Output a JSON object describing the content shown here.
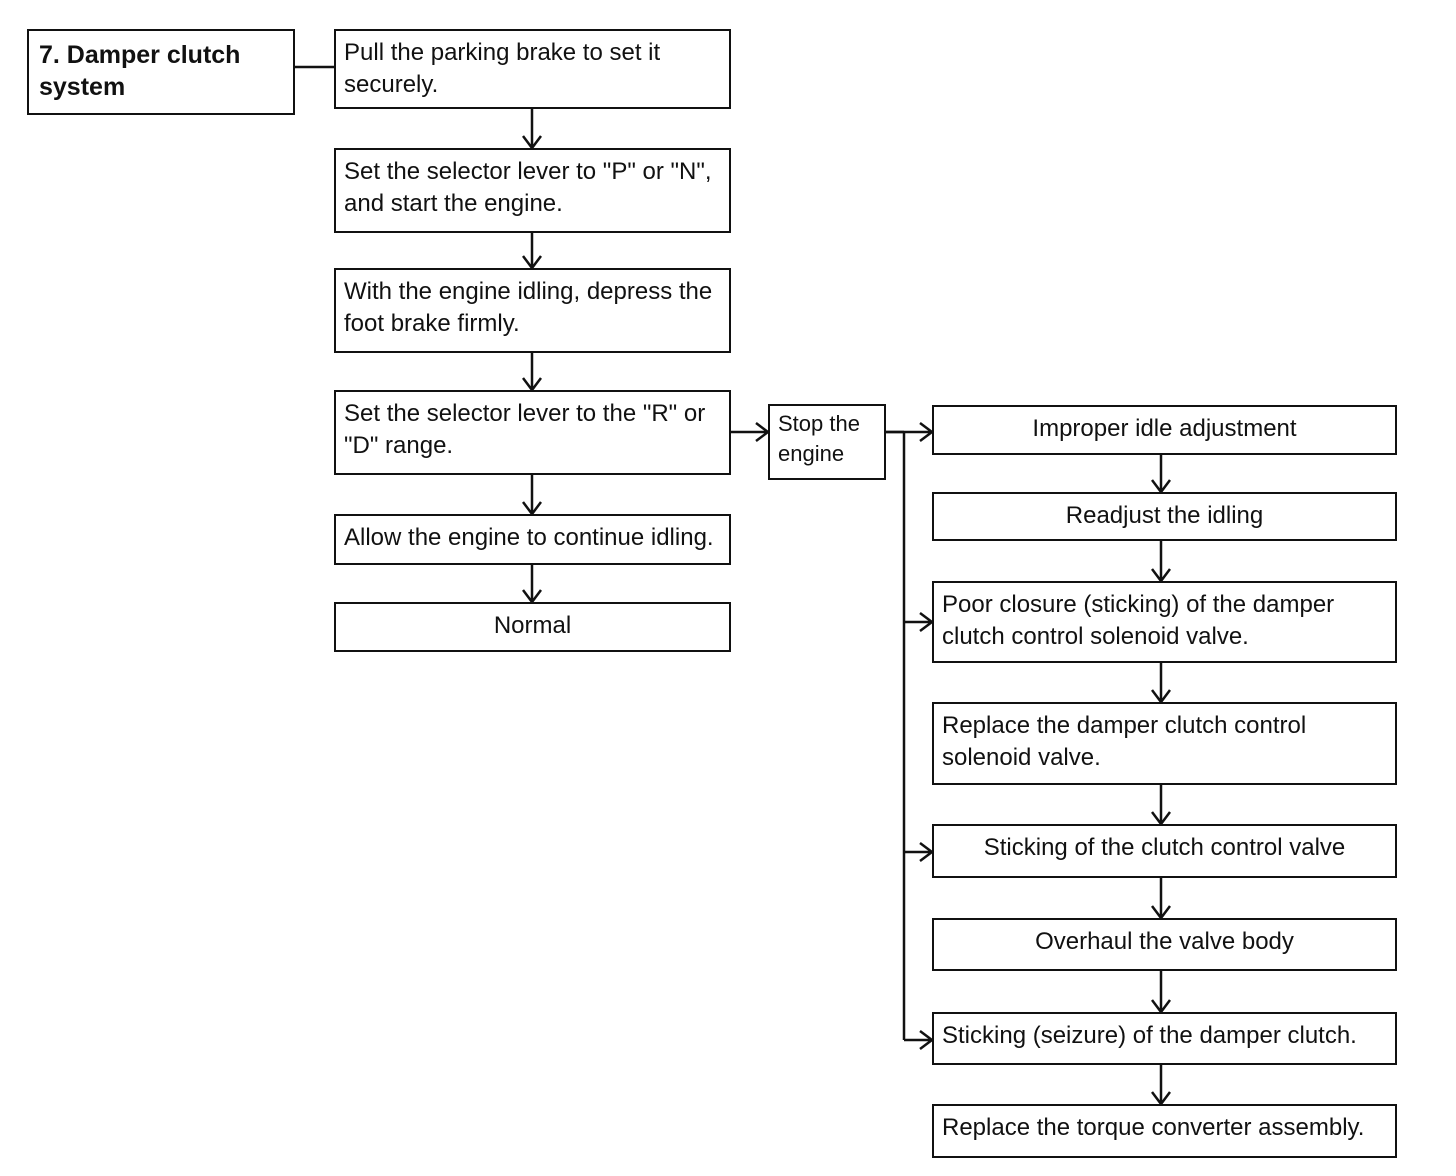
{
  "title": "7. Damper clutch\n    system",
  "main_steps": [
    "Pull the parking brake to set it\nsecurely.",
    "Set the selector lever to \"P\" or \"N\",\nand start the engine.",
    "With the engine idling, depress the\nfoot brake firmly.",
    "Set the selector lever to the \"R\" or\n\"D\" range.",
    "Allow the engine to continue idling.",
    "Normal"
  ],
  "branch_box": "Stop the\nengine",
  "diagnosis": [
    "Improper idle adjustment",
    "Readjust the idling",
    "Poor closure (sticking) of the damper\nclutch control solenoid valve.",
    "Replace the damper clutch control\nsolenoid valve.",
    "Sticking of the clutch control valve",
    "Overhaul the valve body",
    "Sticking (seizure) of the damper clutch.",
    "Replace the torque converter assembly."
  ]
}
